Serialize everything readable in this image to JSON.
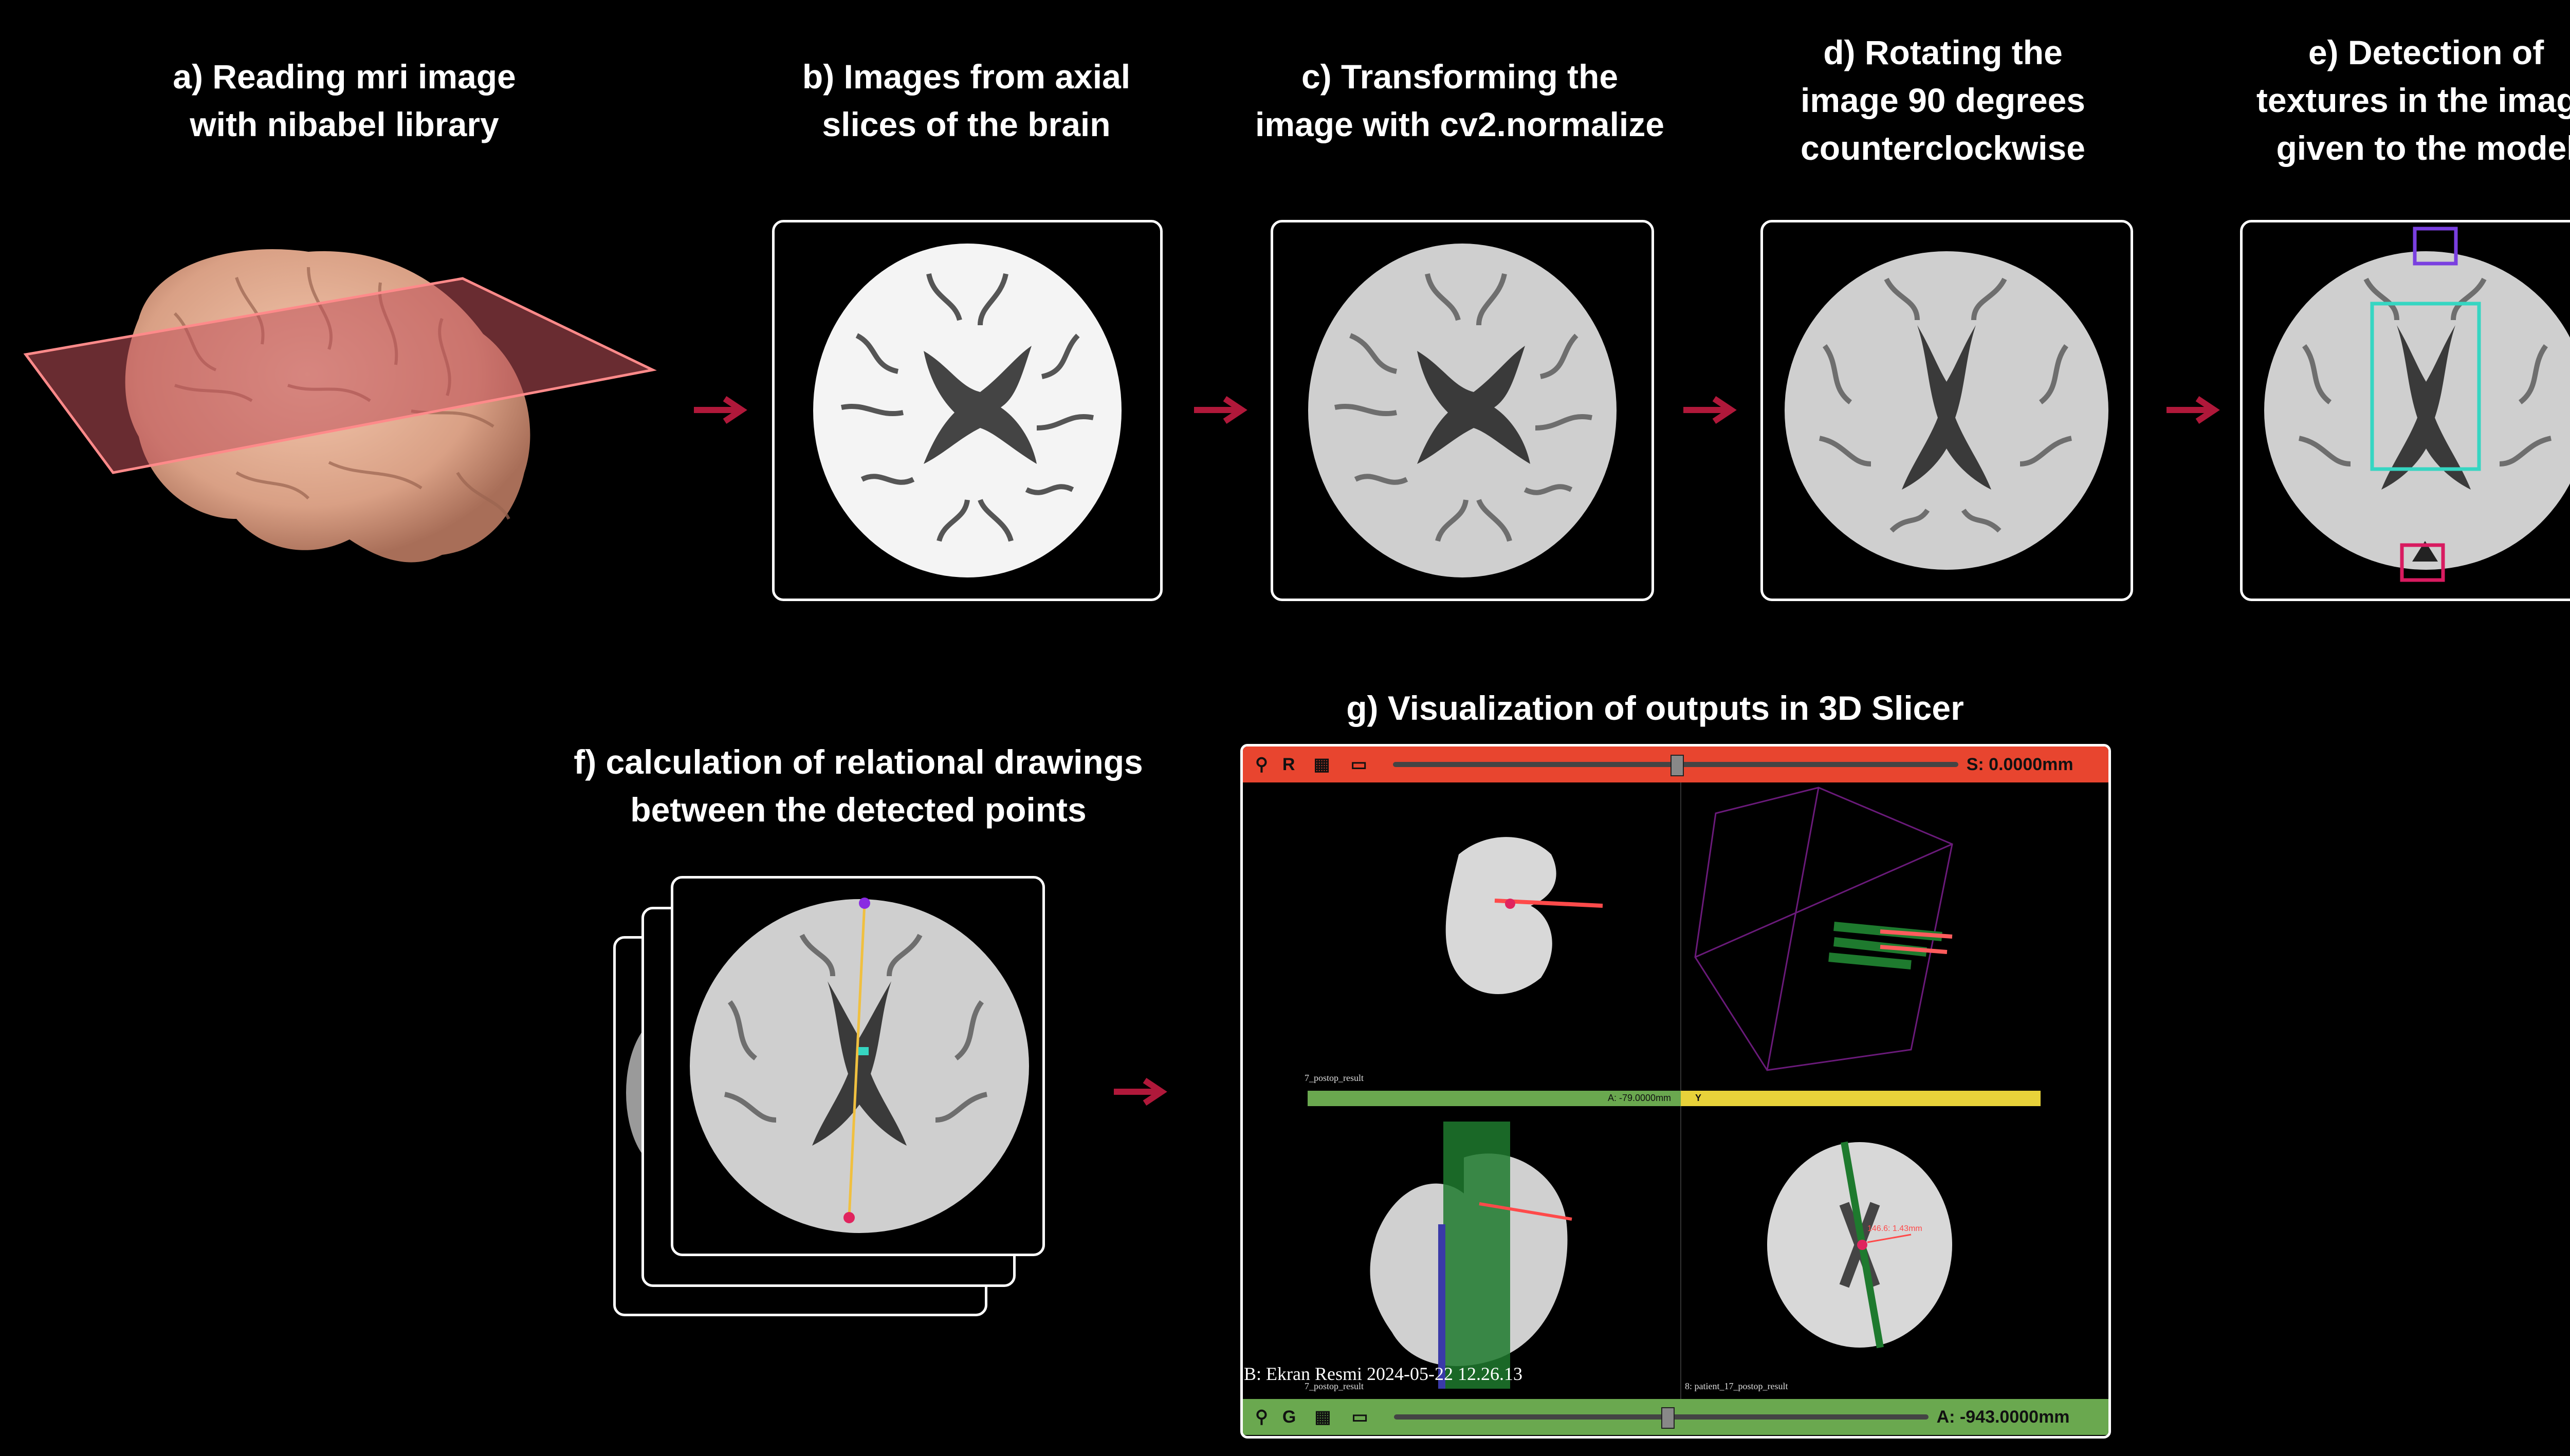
{
  "panels": {
    "a": {
      "title_line1": "a) Reading mri image",
      "title_line2": "with nibabel library"
    },
    "b": {
      "title_line1": "b) Images from axial",
      "title_line2": "slices of the brain"
    },
    "c": {
      "title_line1": "c) Transforming the",
      "title_line2": "image with cv2.normalize"
    },
    "d": {
      "title_line1": "d) Rotating the",
      "title_line2": "image 90 degrees",
      "title_line3": "counterclockwise"
    },
    "e": {
      "title_line1": "e) Detection of",
      "title_line2": "textures in the image",
      "title_line3": "given to the model"
    },
    "f": {
      "title_line1": "f) calculation of relational drawings",
      "title_line2": "between the detected points"
    },
    "g": {
      "title": "g) Visualization of outputs in 3D Slicer"
    }
  },
  "slicer": {
    "top_bar": {
      "view_letter": "R",
      "readout": "S: 0.0000mm",
      "color": "#e8452f"
    },
    "bottom_bar": {
      "view_letter": "G",
      "readout": "A: -943.0000mm",
      "color": "#6aa84f"
    },
    "mini_green_readout": "A: -79.0000mm",
    "mini_yellow_letter": "Y",
    "label_upper_left": "7_postop_result",
    "label_lower_left": "7_postop_result",
    "label_lower_right": "8: patient_17_postop_result",
    "screenshot_caption": "B: Ekran Resmi 2024-05-22 12.26.13",
    "measure_label": "146.6: 1.43mm"
  },
  "colors": {
    "arrow": "#b0183a",
    "box_purple": "#7a3fe0",
    "box_cyan": "#36d6c2",
    "box_pink": "#d81b60",
    "plane": "#c0505a",
    "brain": "#e8b49a"
  }
}
